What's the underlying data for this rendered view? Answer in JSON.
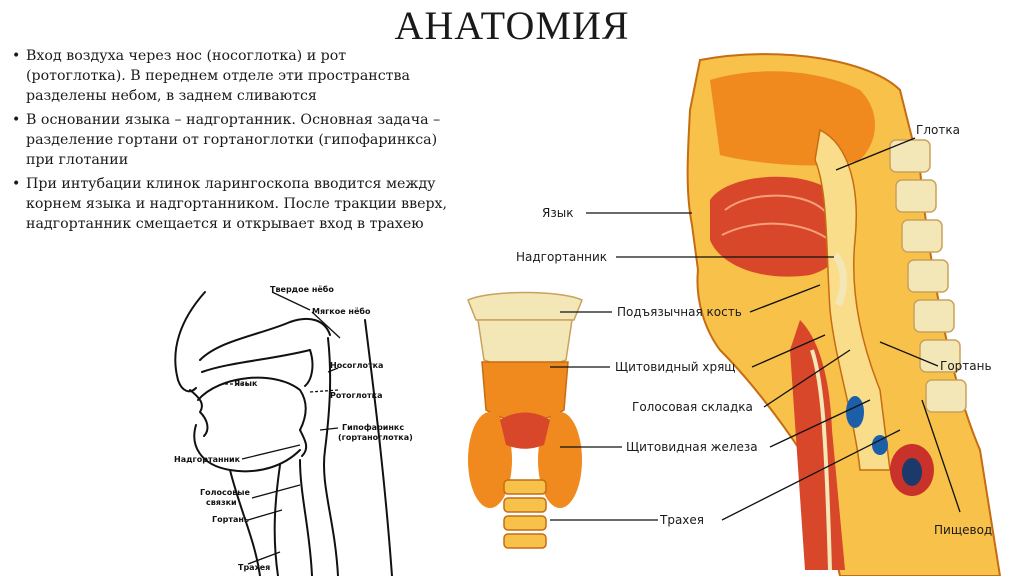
{
  "slide": {
    "title": "АНАТОМИЯ",
    "bullets": [
      "Вход воздуха через нос (носоглотка) и рот (ротоглотка). В переднем отделе эти пространства разделены небом, в заднем сливаются",
      "В основании языка – надгортанник. Основная задача – разделение гортани от гортаноглотки (гипофаринкса) при глотании",
      "При интубации клинок ларингоскопа вводится между корнем языка и надгортанником. После тракции вверх, надгортанник смещается и открывает вход в трахею"
    ]
  },
  "sketch": {
    "labels": {
      "hard_palate": "Твердое нёбо",
      "soft_palate": "Мягкое нёбо",
      "nasopharynx": "Носоглотка",
      "tongue": "Язык",
      "oropharynx": "Ротоглотка",
      "hypopharynx_1": "Гипофаринкс",
      "hypopharynx_2": "(гортаноглотка)",
      "epiglottis": "Надгортанник",
      "vocal_cords_1": "Голосовые",
      "vocal_cords_2": "связки",
      "larynx": "Гортань",
      "trachea": "Трахея"
    }
  },
  "illustration": {
    "labels": {
      "pharynx": "Глотка",
      "tongue": "Язык",
      "epiglottis": "Надгортанник",
      "hyoid": "Подъязычная кость",
      "thyroid_cartilage": "Щитовидный хрящ",
      "vocal_fold": "Голосовая складка",
      "thyroid_gland": "Щитовидная железа",
      "trachea": "Трахея",
      "larynx": "Гортань",
      "esophagus": "Пищевод"
    }
  },
  "colors": {
    "tissue_orange": "#f08a1e",
    "tissue_light": "#f7c14a",
    "muscle_red": "#d9472a",
    "bone_pale": "#f3e7b8",
    "vessel_blue": "#1b5fa8"
  }
}
